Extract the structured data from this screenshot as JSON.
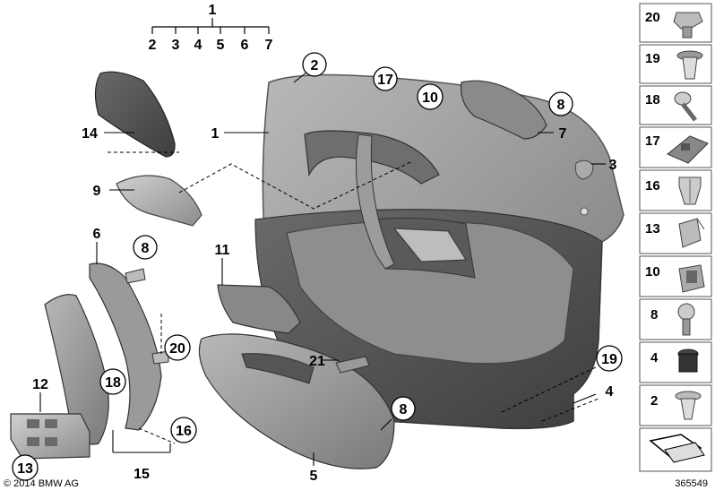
{
  "callouts": {
    "c1_top": "1",
    "c2_top": "2",
    "c3_top": "3",
    "c4_top": "4",
    "c5_top": "5",
    "c6_top": "6",
    "c7_top": "7",
    "c2": "2",
    "c17": "17",
    "c10": "10",
    "c8a": "8",
    "c7": "7",
    "c3": "3",
    "c14": "14",
    "c1": "1",
    "c9": "9",
    "c6": "6",
    "c8b": "8",
    "c11": "11",
    "c20": "20",
    "c18": "18",
    "c21": "21",
    "c19": "19",
    "c4": "4",
    "c12": "12",
    "c8c": "8",
    "c16": "16",
    "c13": "13",
    "c15": "15",
    "c5": "5"
  },
  "sidebar": {
    "items": [
      {
        "number": "20",
        "icon": "clip-nut-icon"
      },
      {
        "number": "19",
        "icon": "expanding-rivet-icon"
      },
      {
        "number": "18",
        "icon": "screw-icon"
      },
      {
        "number": "17",
        "icon": "bracket-clip-icon"
      },
      {
        "number": "16",
        "icon": "spring-clip-icon"
      },
      {
        "number": "13",
        "icon": "angled-clip-icon"
      },
      {
        "number": "10",
        "icon": "retainer-clip-icon"
      },
      {
        "number": "8",
        "icon": "torx-screw-icon"
      },
      {
        "number": "4",
        "icon": "plug-icon"
      },
      {
        "number": "2",
        "icon": "push-clip-icon"
      }
    ],
    "arrow_icon": "key-arrow-icon"
  },
  "footer": {
    "copyright": "© 2014 BMW AG",
    "diagram_id": "365549"
  }
}
